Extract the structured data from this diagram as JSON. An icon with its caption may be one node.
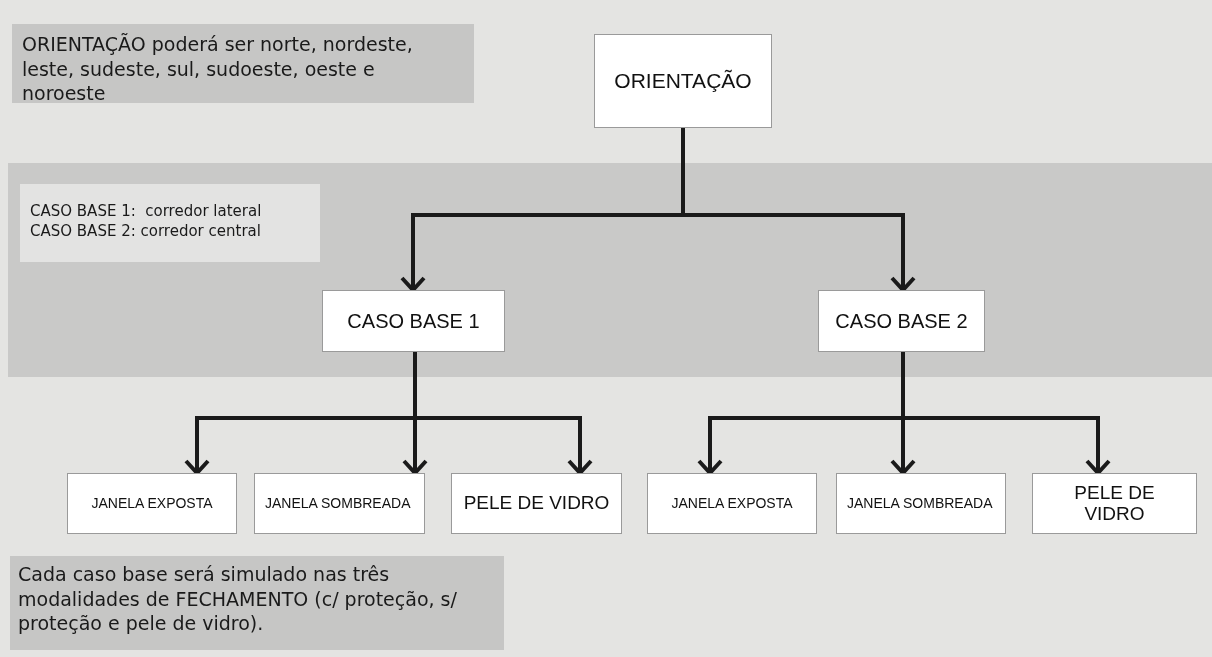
{
  "diagram": {
    "nodes": [
      {
        "text": [
          "ORIENTAÇÃO"
        ]
      },
      {
        "text": [
          "CASO BASE 1"
        ]
      },
      {
        "text": [
          "CASO BASE 2"
        ]
      },
      {
        "text": [
          "JANELA EXPOSTA"
        ]
      },
      {
        "text": [
          "JANELA SOMBREADA"
        ]
      },
      {
        "text": [
          "PELE DE VIDRO"
        ]
      },
      {
        "text": [
          "JANELA EXPOSTA"
        ]
      },
      {
        "text": [
          "JANELA SOMBREADA"
        ]
      },
      {
        "text": [
          "PELE DE VIDRO"
        ]
      }
    ],
    "edges": [
      {
        "from": 0,
        "to": 1,
        "arrow": "to"
      },
      {
        "from": 0,
        "to": 2,
        "arrow": "to"
      },
      {
        "from": 1,
        "to": 3,
        "arrow": "to"
      },
      {
        "from": 1,
        "to": 4,
        "arrow": "to"
      },
      {
        "from": 1,
        "to": 5,
        "arrow": "to"
      },
      {
        "from": 2,
        "to": 6,
        "arrow": "to"
      },
      {
        "from": 2,
        "to": 7,
        "arrow": "to"
      },
      {
        "from": 2,
        "to": 8,
        "arrow": "to"
      }
    ],
    "labels": [
      "ORIENTAÇÃO poderá ser norte, nordeste, leste, sudeste, sul, sudoeste, oeste e noroeste",
      "CASO BASE 1:  corredor lateral",
      "CASO BASE 2: corredor central",
      "Cada caso base será simulado nas três modalidades de FECHAMENTO (c/ proteção, s/ proteção e pele de vidro)."
    ]
  }
}
